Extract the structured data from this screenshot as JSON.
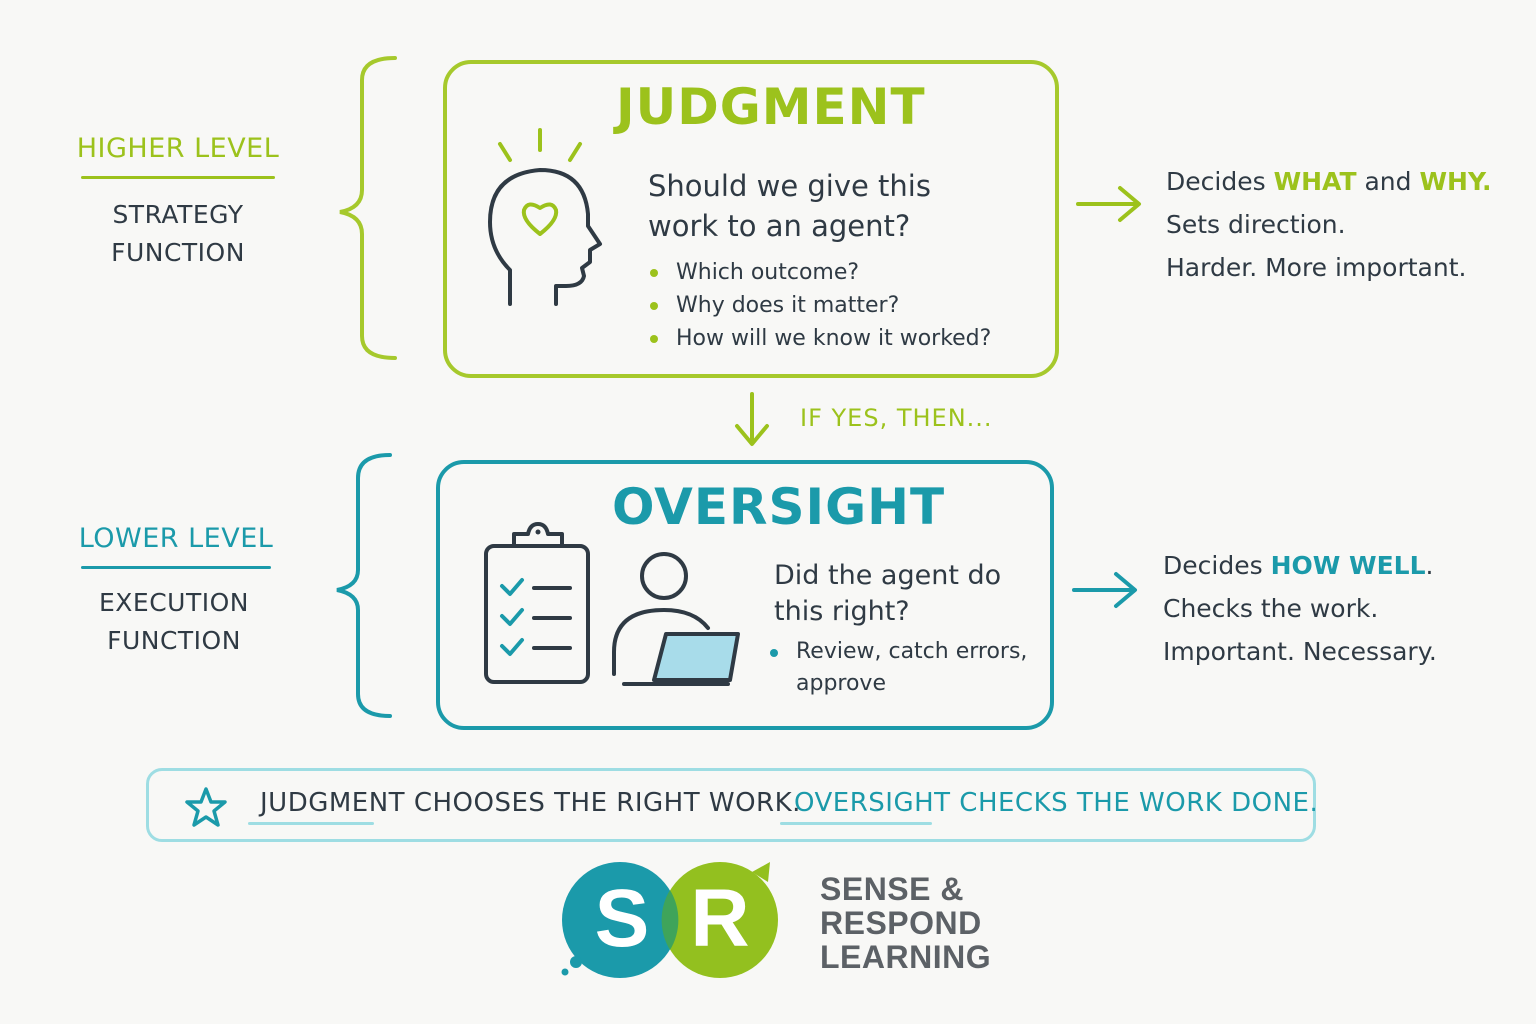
{
  "higher_level": {
    "title": "HIGHER LEVEL",
    "sub1": "STRATEGY",
    "sub2": "FUNCTION"
  },
  "lower_level": {
    "title": "LOWER LEVEL",
    "sub1": "EXECUTION",
    "sub2": "FUNCTION"
  },
  "judgment": {
    "title": "JUDGMENT",
    "question_line1": "Should we give this",
    "question_line2": "work to an agent?",
    "bullets": [
      "Which outcome?",
      "Why does it matter?",
      "How will we know it worked?"
    ],
    "icon": "head-heart-icon"
  },
  "connector": {
    "label": "IF YES, THEN..."
  },
  "oversight": {
    "title": "OVERSIGHT",
    "question_line1": "Did the agent do",
    "question_line2": "this right?",
    "bullet_line1": "Review, catch errors,",
    "bullet_line2": "approve",
    "icons": [
      "clipboard-checklist-icon",
      "person-laptop-icon"
    ]
  },
  "judgment_right": {
    "decides": "Decides",
    "what": "WHAT",
    "and": "and",
    "why": "WHY.",
    "line2": "Sets direction.",
    "line3": "Harder. More important."
  },
  "oversight_right": {
    "decides": "Decides",
    "how_well": "HOW WELL",
    "period": ".",
    "line2": "Checks the work.",
    "line3": "Important. Necessary."
  },
  "summary": {
    "part1_highlight": "JUDGMENT",
    "part1_rest": "CHOOSES THE RIGHT WORK.",
    "part2": "OVERSIGHT CHECKS THE WORK DONE.",
    "icon": "star-icon"
  },
  "logo": {
    "letter1": "S",
    "letter2": "R",
    "line1": "SENSE &",
    "line2": "RESPOND",
    "line3": "LEARNING"
  },
  "colors": {
    "lime": "#9cc21c",
    "teal": "#1b9aaa",
    "text": "#2f3a44",
    "light_teal": "#9edde3"
  }
}
